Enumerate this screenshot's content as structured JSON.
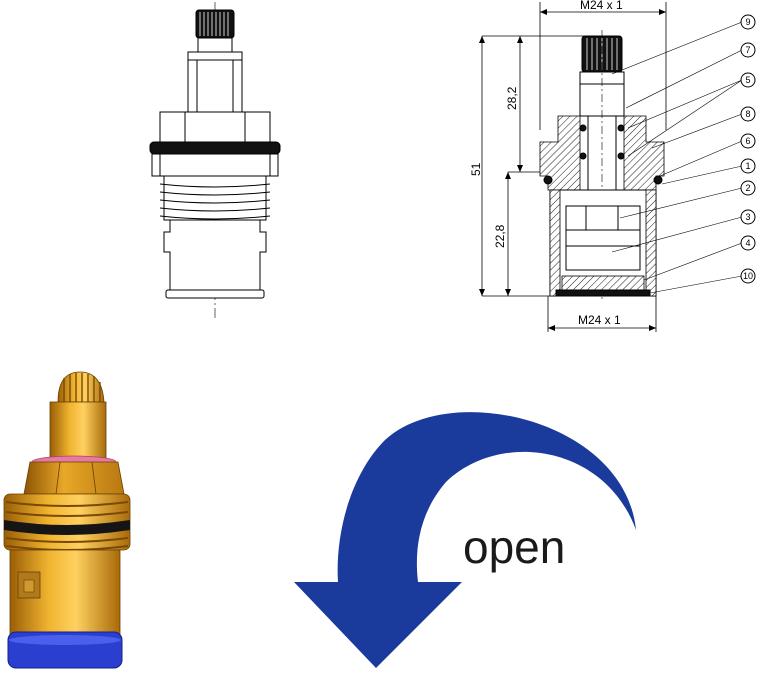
{
  "drawing": {
    "top_width_label": "M24 x 1",
    "bottom_width_label": "M24 x 1",
    "dim_upper": "28,2",
    "dim_lower": "22,8",
    "dim_total": "51",
    "part_numbers": [
      "9",
      "7",
      "5",
      "8",
      "6",
      "1",
      "2",
      "3",
      "4",
      "10"
    ]
  },
  "arrow": {
    "label": "open",
    "color": "#1a3a9c"
  },
  "colors": {
    "brass": "#e0a020",
    "brass_dark": "#a86a08",
    "seal_blue": "#2a3fd0",
    "gasket_pink": "#e87aa0"
  }
}
